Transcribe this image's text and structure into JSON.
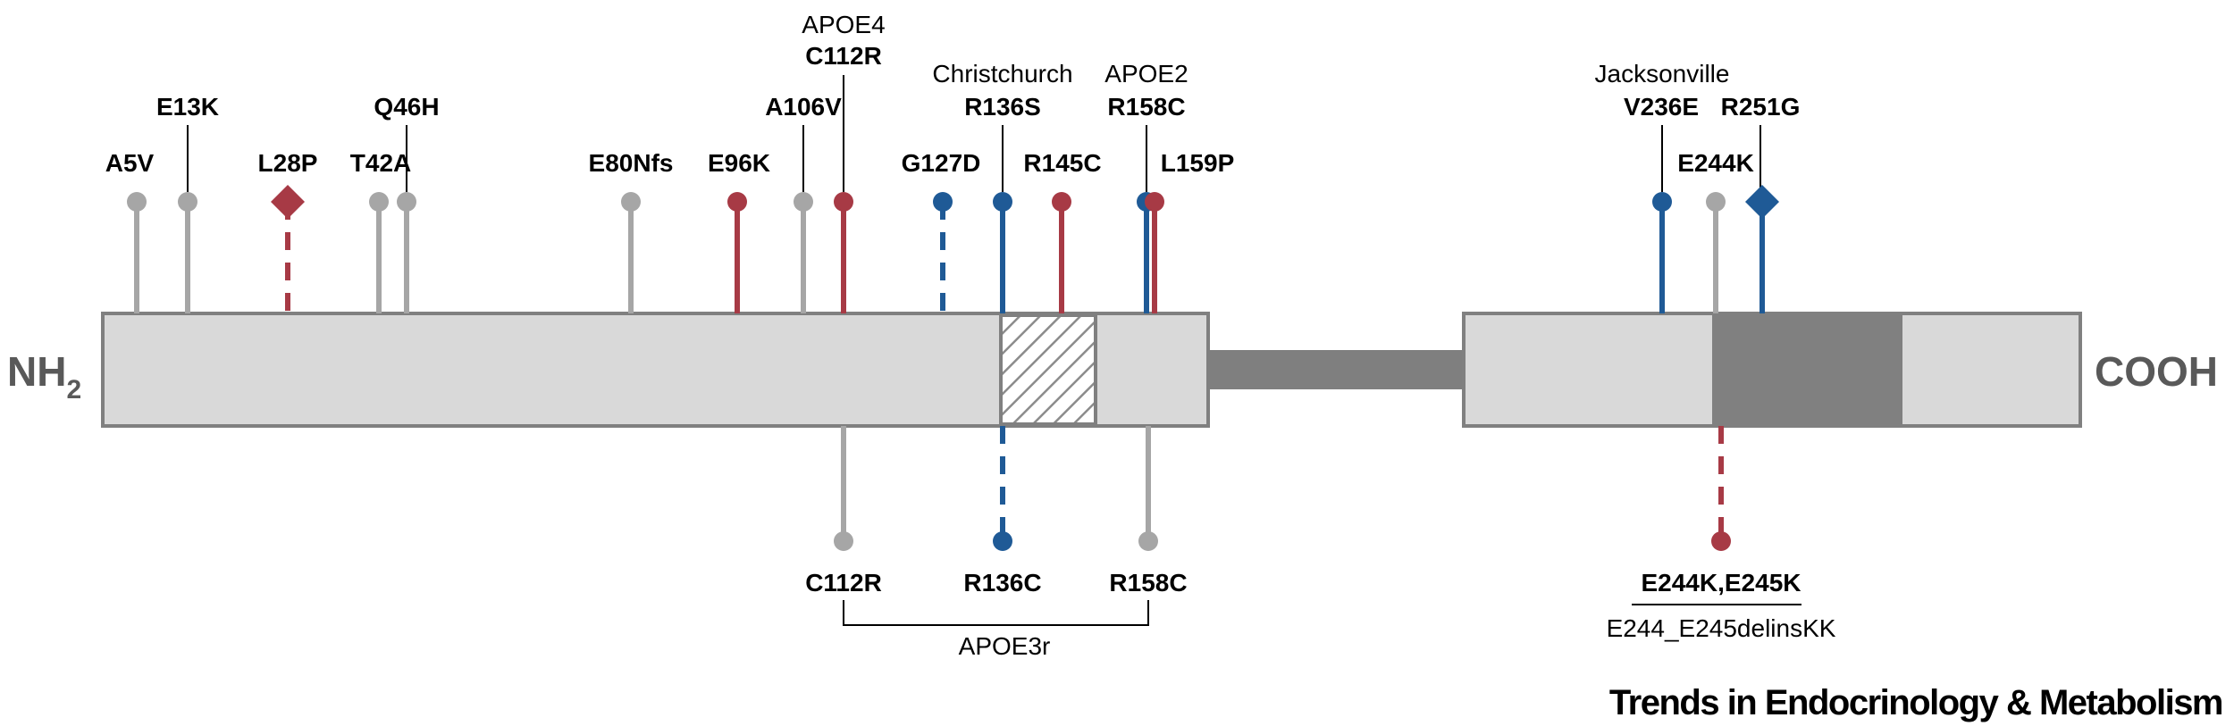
{
  "colors": {
    "benign": "#a6a6a6",
    "risk": "#a73a45",
    "protective": "#1f5a96",
    "domain_fill": "#d9d9d9",
    "domain_stroke": "#808080",
    "hinge": "#7f7f7f",
    "lipid_region": "#808080"
  },
  "termini": {
    "n_main": "NH",
    "n_sub": "2",
    "c": "COOH"
  },
  "top_variants": [
    {
      "label": "A5V",
      "color": "benign",
      "marker": "circle",
      "line": "solid"
    },
    {
      "label": "E13K",
      "color": "benign",
      "marker": "circle",
      "line": "solid"
    },
    {
      "label": "L28P",
      "color": "risk",
      "marker": "diamond",
      "line": "dashed"
    },
    {
      "label": "T42A",
      "color": "benign",
      "marker": "circle",
      "line": "solid"
    },
    {
      "label": "Q46H",
      "color": "benign",
      "marker": "circle",
      "line": "solid"
    },
    {
      "label": "E80Nfs",
      "color": "benign",
      "marker": "circle",
      "line": "solid"
    },
    {
      "label": "E96K",
      "color": "risk",
      "marker": "circle",
      "line": "solid"
    },
    {
      "label": "A106V",
      "color": "benign",
      "marker": "circle",
      "line": "solid"
    },
    {
      "label": "C112R",
      "note": "APOE4",
      "color": "risk",
      "marker": "circle",
      "line": "solid"
    },
    {
      "label": "G127D",
      "color": "protective",
      "marker": "circle",
      "line": "dashed"
    },
    {
      "label": "R136S",
      "note": "Christchurch",
      "color": "protective",
      "marker": "circle",
      "line": "solid"
    },
    {
      "label": "R145C",
      "color": "risk",
      "marker": "circle",
      "line": "solid"
    },
    {
      "label": "R158C",
      "note": "APOE2",
      "color": "protective",
      "marker": "circle",
      "line": "solid"
    },
    {
      "label": "L159P",
      "color": "risk",
      "marker": "circle",
      "line": "solid"
    },
    {
      "label": "V236E",
      "note": "Jacksonville",
      "color": "protective",
      "marker": "circle",
      "line": "solid"
    },
    {
      "label": "E244K",
      "color": "benign",
      "marker": "circle",
      "line": "solid"
    },
    {
      "label": "R251G",
      "color": "protective",
      "marker": "diamond",
      "line": "solid"
    }
  ],
  "bottom_variants": [
    {
      "label": "C112R",
      "color": "benign",
      "marker": "circle",
      "line": "solid"
    },
    {
      "label": "R136C",
      "color": "protective",
      "marker": "circle",
      "line": "dashed"
    },
    {
      "label": "R158C",
      "color": "benign",
      "marker": "circle",
      "line": "solid"
    },
    {
      "label": "E244K,E245K",
      "color": "risk",
      "marker": "circle",
      "line": "dashed"
    }
  ],
  "apoe3r_label": "APOE3r",
  "delins_label": "E244_E245delinsKK",
  "journal": "Trends in Endocrinology & Metabolism"
}
